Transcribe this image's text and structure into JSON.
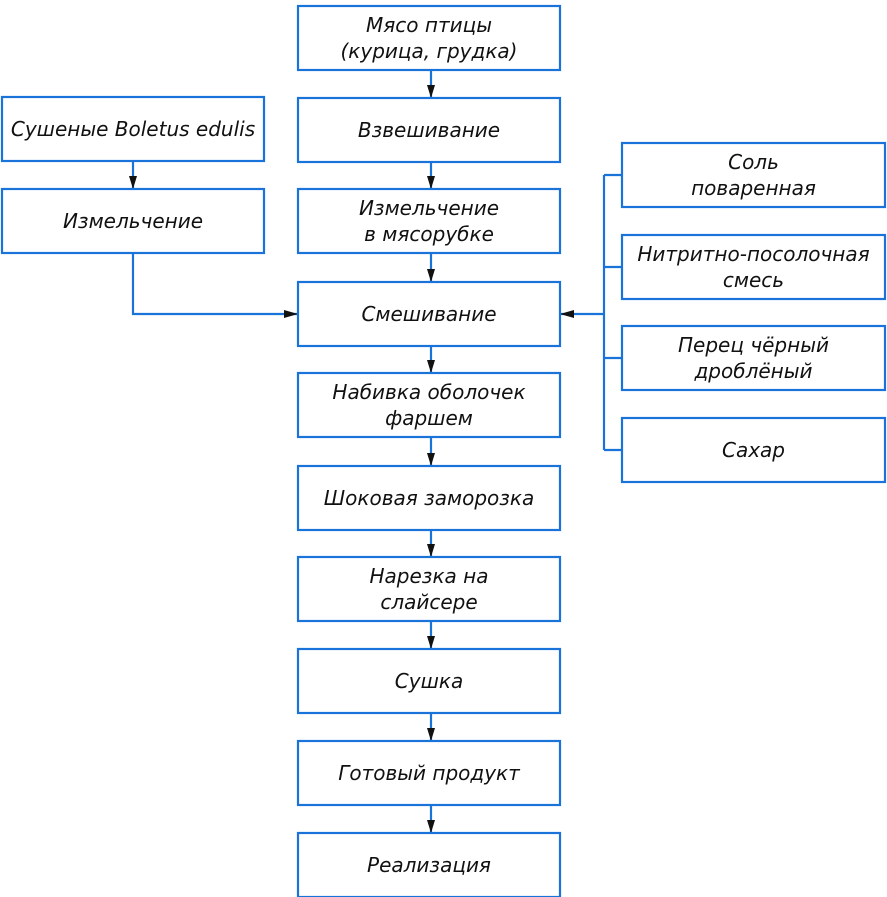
{
  "diagram": {
    "main_flow": [
      {
        "id": "meat",
        "lines": [
          "Мясо птицы",
          "(курица, грудка)"
        ]
      },
      {
        "id": "weighing",
        "lines": [
          "Взвешивание"
        ]
      },
      {
        "id": "mincing",
        "lines": [
          "Измельчение",
          "в мясорубке"
        ]
      },
      {
        "id": "mixing",
        "lines": [
          "Смешивание"
        ]
      },
      {
        "id": "stuffing",
        "lines": [
          "Набивка оболочек",
          "фаршем"
        ]
      },
      {
        "id": "freezing",
        "lines": [
          "Шоковая заморозка"
        ]
      },
      {
        "id": "slicing",
        "lines": [
          "Нарезка на",
          "слайсере"
        ]
      },
      {
        "id": "drying",
        "lines": [
          "Сушка"
        ]
      },
      {
        "id": "product",
        "lines": [
          "Готовый продукт"
        ]
      },
      {
        "id": "sale",
        "lines": [
          "Реализация"
        ]
      }
    ],
    "left_branch": [
      {
        "id": "mushroom",
        "lines": [
          "Сушеные Boletus edulis"
        ]
      },
      {
        "id": "mushroom-grinding",
        "lines": [
          "Измельчение"
        ]
      }
    ],
    "ingredients": [
      {
        "id": "salt",
        "lines": [
          "Соль",
          "поваренная"
        ]
      },
      {
        "id": "nitrite",
        "lines": [
          "Нитритно-посолочная",
          "смесь"
        ]
      },
      {
        "id": "pepper",
        "lines": [
          "Перец чёрный",
          "дроблёный"
        ]
      },
      {
        "id": "sugar",
        "lines": [
          "Сахар"
        ]
      }
    ],
    "colors": {
      "box_stroke": "#1a73d9",
      "arrow": "#111111",
      "text": "#111111"
    }
  }
}
